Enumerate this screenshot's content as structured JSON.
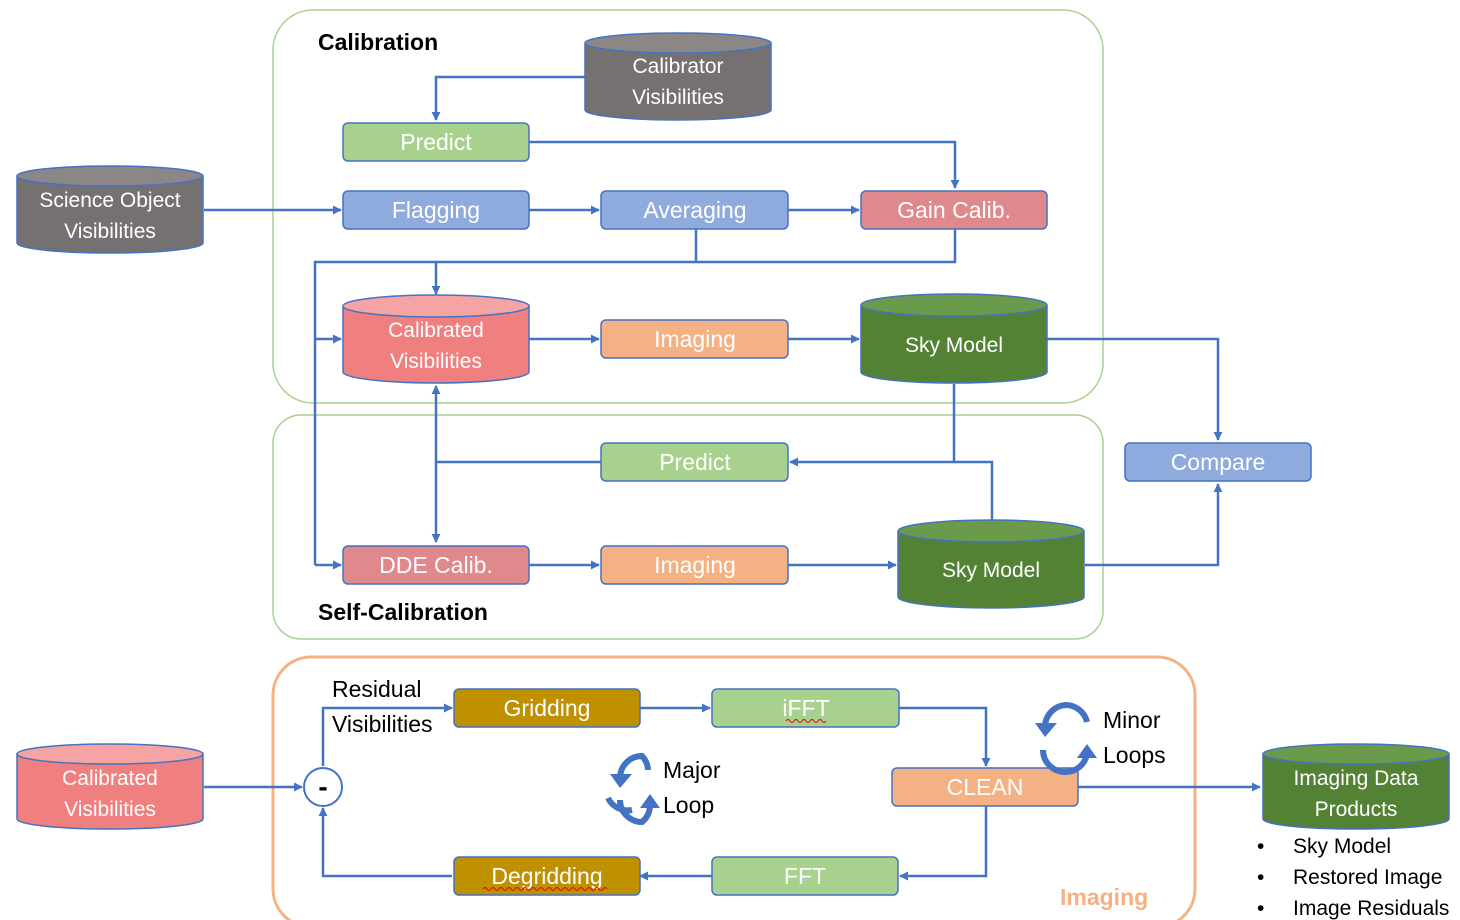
{
  "sections": {
    "calibration": "Calibration",
    "self_calibration": "Self-Calibration",
    "imaging": "Imaging"
  },
  "calibration": {
    "calibrator_visibilities": [
      "Calibrator",
      "Visibilities"
    ],
    "predict": "Predict",
    "flagging": "Flagging",
    "averaging": "Averaging",
    "gain_calib": "Gain Calib.",
    "calibrated_visibilities": [
      "Calibrated",
      "Visibilities"
    ],
    "imaging": "Imaging",
    "sky_model": "Sky Model"
  },
  "science_object_visibilities": [
    "Science Object",
    "Visibilities"
  ],
  "compare": "Compare",
  "self_calibration": {
    "predict": "Predict",
    "dde_calib": "DDE Calib.",
    "imaging": "Imaging",
    "sky_model": "Sky Model"
  },
  "imaging_loop": {
    "input_visibilities": [
      "Calibrated",
      "Visibilities"
    ],
    "minus": "-",
    "residual_visibilities": [
      "Residual",
      "Visibilities"
    ],
    "gridding": "Gridding",
    "ifft": "iFFT",
    "clean": "CLEAN",
    "fft": "FFT",
    "degridding": "Degridding",
    "major_loop": [
      "Major",
      "Loop"
    ],
    "minor_loops": [
      "Minor",
      "Loops"
    ]
  },
  "outputs": {
    "title": [
      "Imaging Data",
      "Products"
    ],
    "items": [
      "Sky Model",
      "Restored Image",
      "Image Residuals"
    ]
  },
  "colors": {
    "line": "#4472c4",
    "blue_box": "#8faadc",
    "green_box": "#a9d18e",
    "red_box": "#e0898d",
    "orange_box": "#f4b183",
    "gold_box": "#bf9000",
    "gray_db": "#767171",
    "salmon_db": "#f08080",
    "green_db": "#548235",
    "cal_border": "#a9d18e",
    "imaging_border": "#f4b183"
  }
}
